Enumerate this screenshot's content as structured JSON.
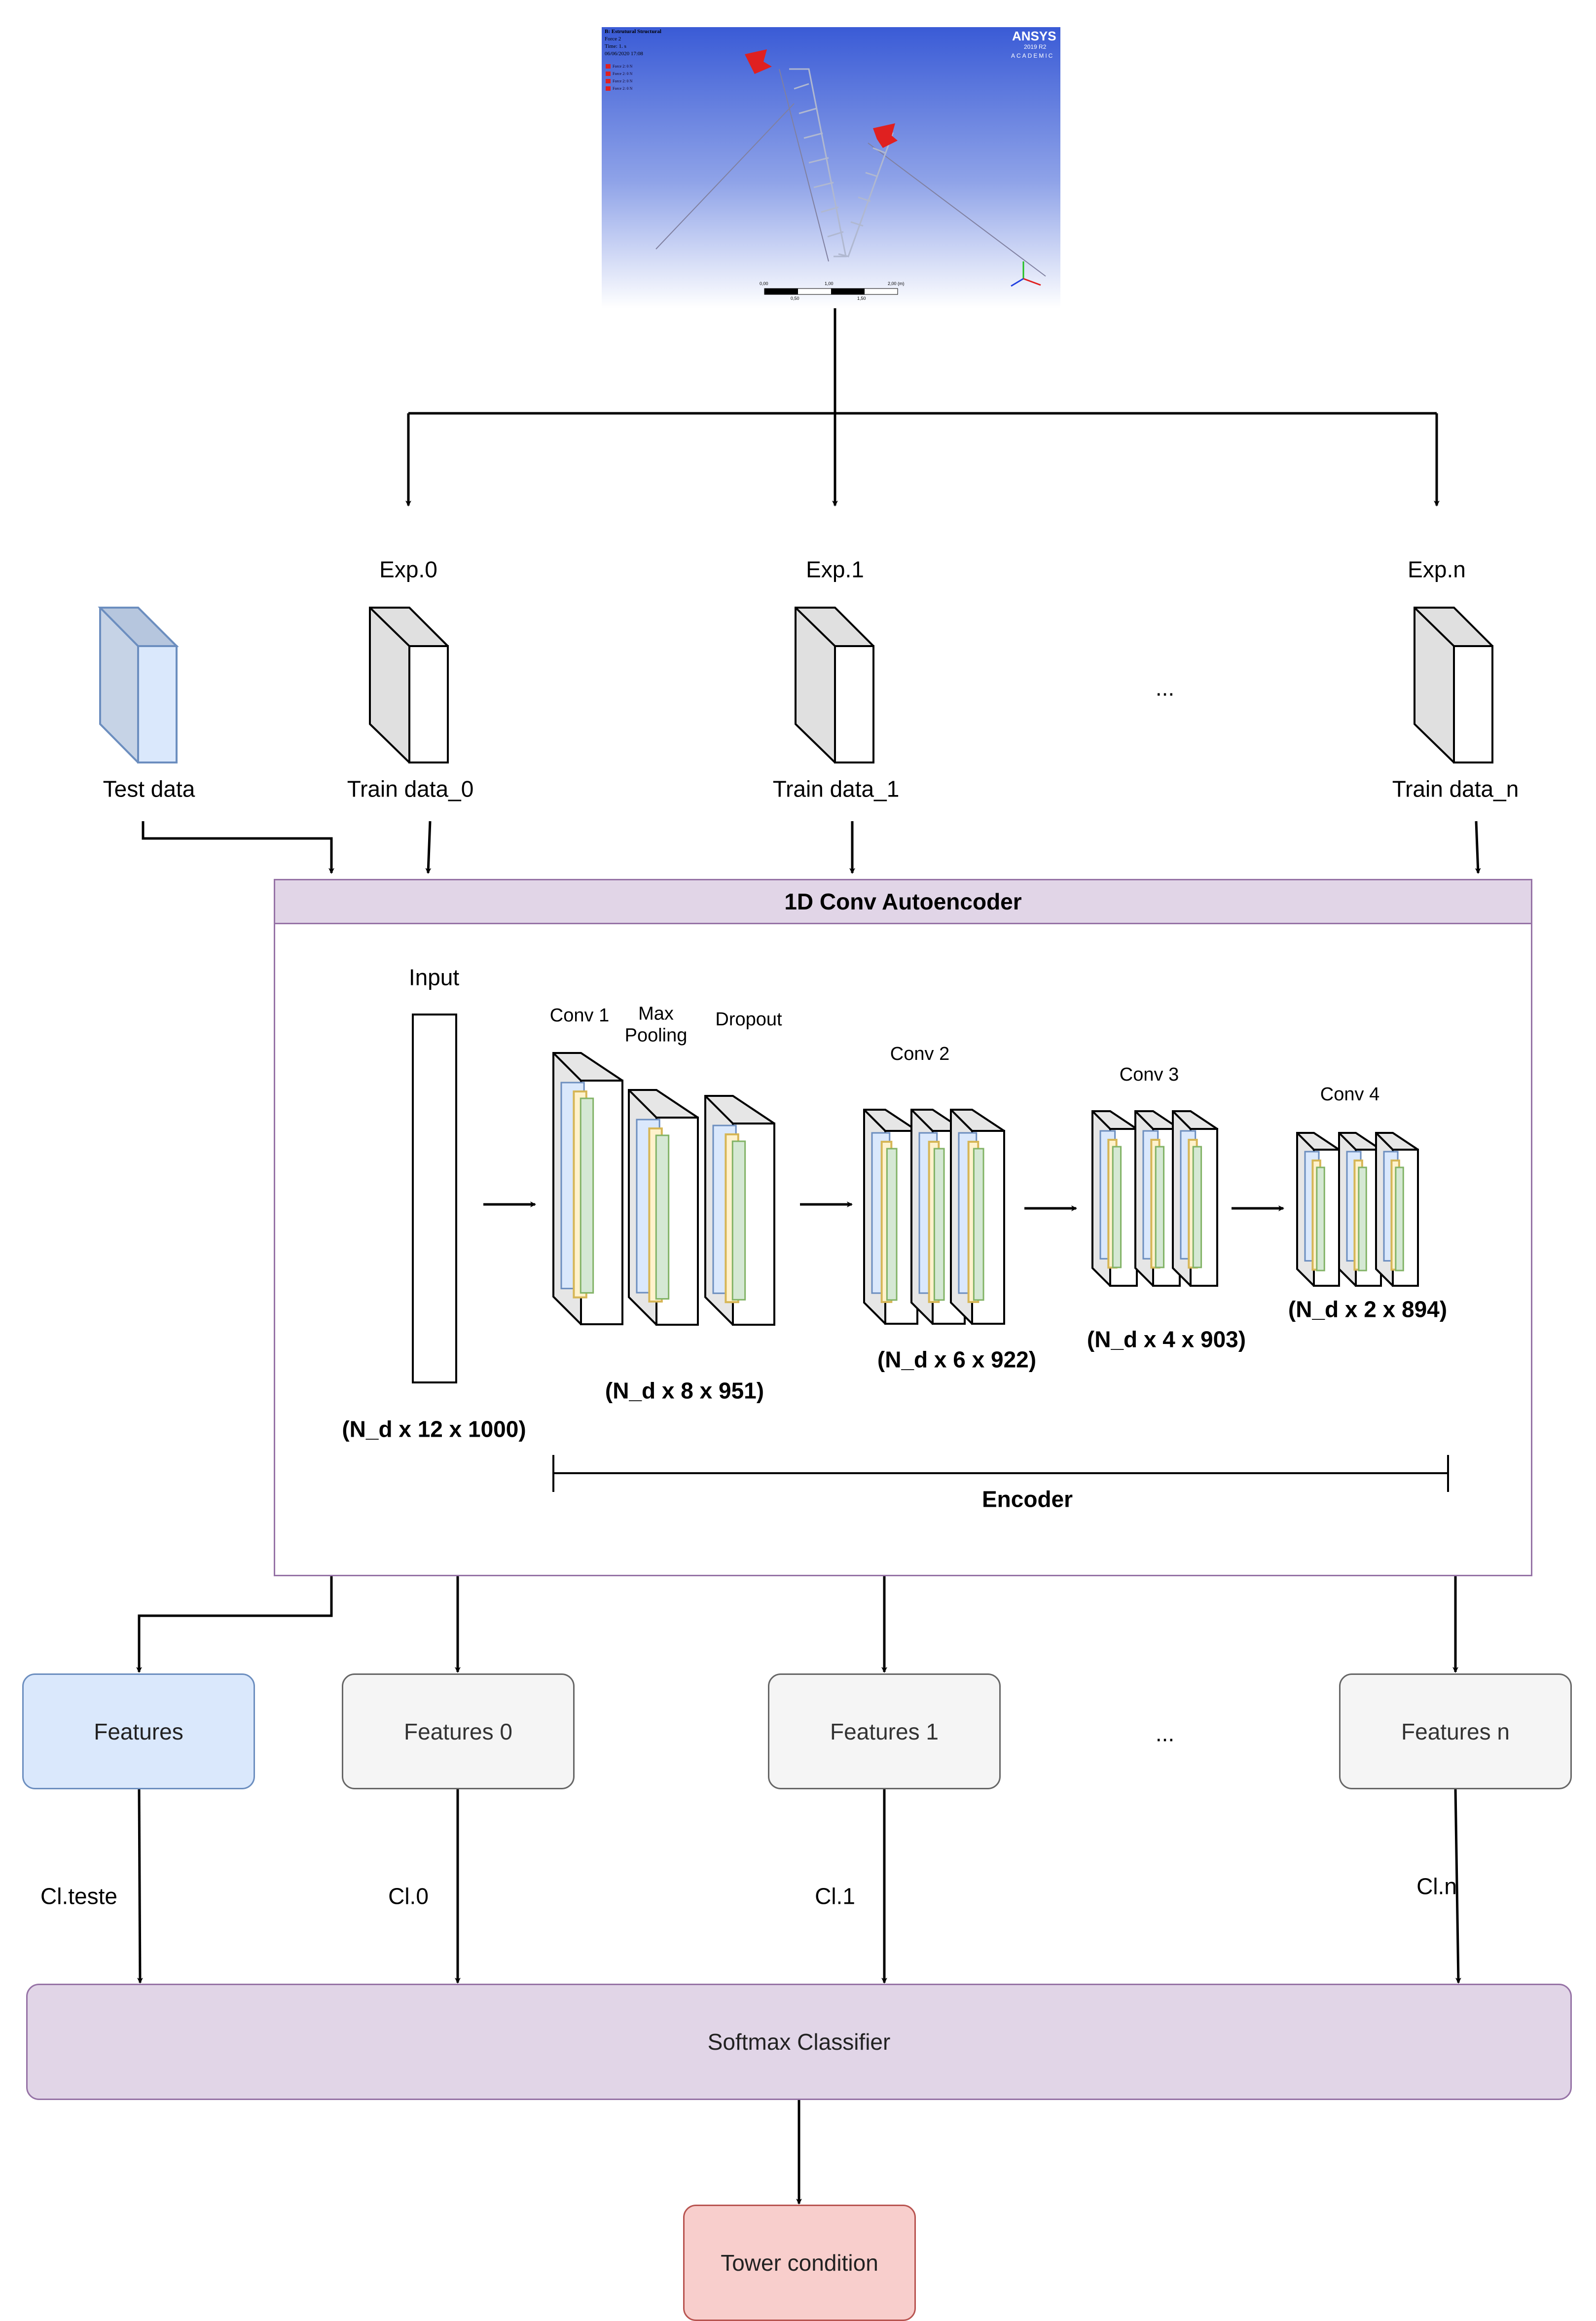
{
  "simulation": {
    "title": "B: Estrutural Structural",
    "lines": [
      "Force 2",
      "Time: 1. s",
      "06/06/2020 17:08"
    ],
    "legend": [
      "Force 2: 0 N",
      "Force 2: 0 N",
      "Force 2: 0 N",
      "Force 2: 0 N"
    ],
    "brand": "ANSYS",
    "version": "2019 R2",
    "edition": "ACADEMIC",
    "scale_top": [
      "0,00",
      "1,00",
      "2,00 (m)"
    ],
    "scale_bottom": [
      "0,50",
      "1,50"
    ]
  },
  "experiments": [
    {
      "label": "Exp.0",
      "data": "Train data_0",
      "features": "Features 0",
      "cl": "Cl.0"
    },
    {
      "label": "Exp.1",
      "data": "Train data_1",
      "features": "Features 1",
      "cl": "Cl.1"
    },
    {
      "label": "Exp.n",
      "data": "Train data_n",
      "features": "Features n",
      "cl": "Cl.n"
    }
  ],
  "test": {
    "data": "Test data",
    "features": "Features",
    "cl": "Cl.teste"
  },
  "ellipsis": "...",
  "autoencoder": {
    "title": "1D Conv Autoencoder",
    "input_label": "Input",
    "input_dim": "(N_d x 12 x 1000)",
    "conv1": "Conv 1",
    "max_pooling": "Max Pooling",
    "dropout": "Dropout",
    "block1_dim": "(N_d x 8 x 951)",
    "conv2": "Conv 2",
    "block2_dim": "(N_d x 6 x 922)",
    "conv3": "Conv 3",
    "block3_dim": "(N_d x 4 x 903)",
    "conv4": "Conv 4",
    "block4_dim": "(N_d x 2 x 894)",
    "encoder": "Encoder"
  },
  "classifier": "Softmax Classifier",
  "output": "Tower condition",
  "colors": {
    "blue_fill": "#dae8fc",
    "blue_stroke": "#6c8ebf",
    "gray_fill": "#f5f5f5",
    "gray_stroke": "#666666",
    "purple_fill": "#e1d5e7",
    "purple_stroke": "#9673a6",
    "red_fill": "#f8cecc",
    "red_stroke": "#b85450",
    "yellow_fill": "#fff2cc",
    "yellow_stroke": "#d6b656",
    "green_fill": "#d5e8d4",
    "green_stroke": "#82b366"
  }
}
